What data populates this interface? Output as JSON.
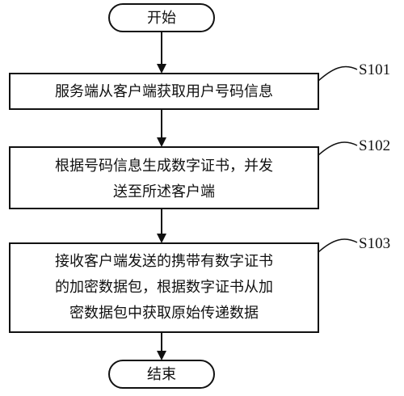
{
  "flowchart": {
    "start": {
      "label": "开始"
    },
    "steps": [
      {
        "id": "S101",
        "lines": [
          "服务端从客户端获取用户号码信息"
        ]
      },
      {
        "id": "S102",
        "lines": [
          "根据号码信息生成数字证书，并发",
          "送至所述客户端"
        ]
      },
      {
        "id": "S103",
        "lines": [
          "接收客户端发送的携带有数字证书",
          "的加密数据包，根据数字证书从加",
          "密数据包中获取原始传递数据"
        ]
      }
    ],
    "end": {
      "label": "结束"
    }
  }
}
